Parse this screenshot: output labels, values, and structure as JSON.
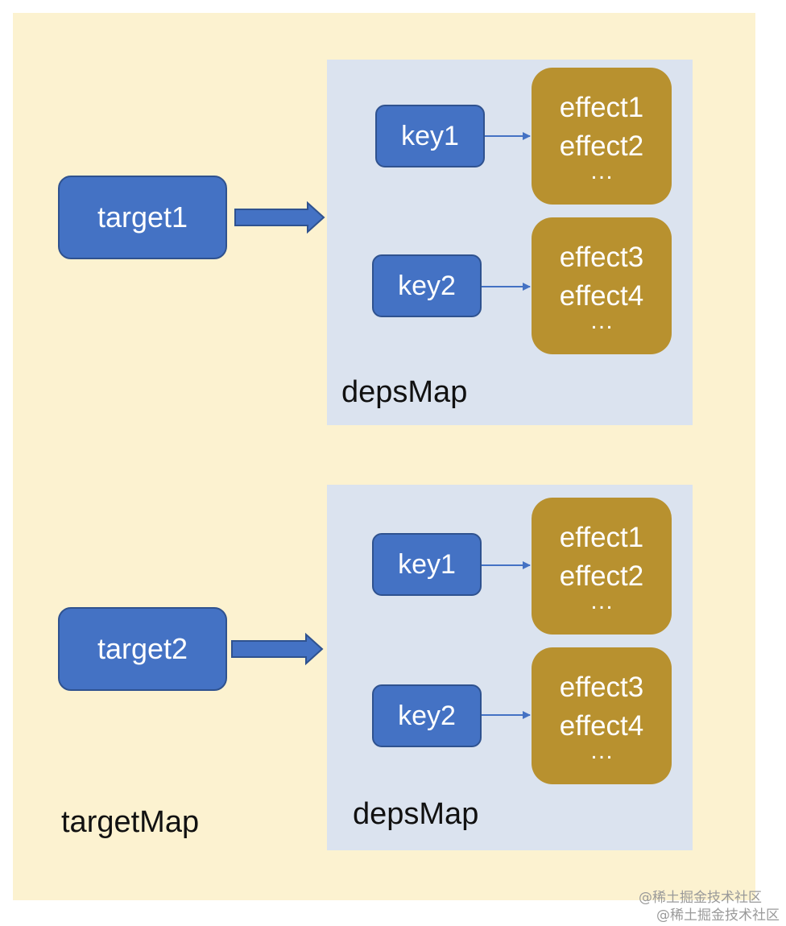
{
  "target_map": {
    "label": "targetMap",
    "entries": [
      {
        "target": "target1",
        "deps_map_label": "depsMap",
        "keys": [
          {
            "key": "key1",
            "effects": [
              "effect1",
              "effect2"
            ],
            "more": "…"
          },
          {
            "key": "key2",
            "effects": [
              "effect3",
              "effect4"
            ],
            "more": "…"
          }
        ]
      },
      {
        "target": "target2",
        "deps_map_label": "depsMap",
        "keys": [
          {
            "key": "key1",
            "effects": [
              "effect1",
              "effect2"
            ],
            "more": "…"
          },
          {
            "key": "key2",
            "effects": [
              "effect3",
              "effect4"
            ],
            "more": "…"
          }
        ]
      }
    ]
  },
  "watermark": [
    "@稀土掘金技术社区",
    "@稀土掘金技术社区"
  ],
  "colors": {
    "target_map_bg": "#fcf2d0",
    "deps_map_bg": "#dbe3ef",
    "node_blue": "#4472c4",
    "effect_gold": "#b8912f"
  }
}
